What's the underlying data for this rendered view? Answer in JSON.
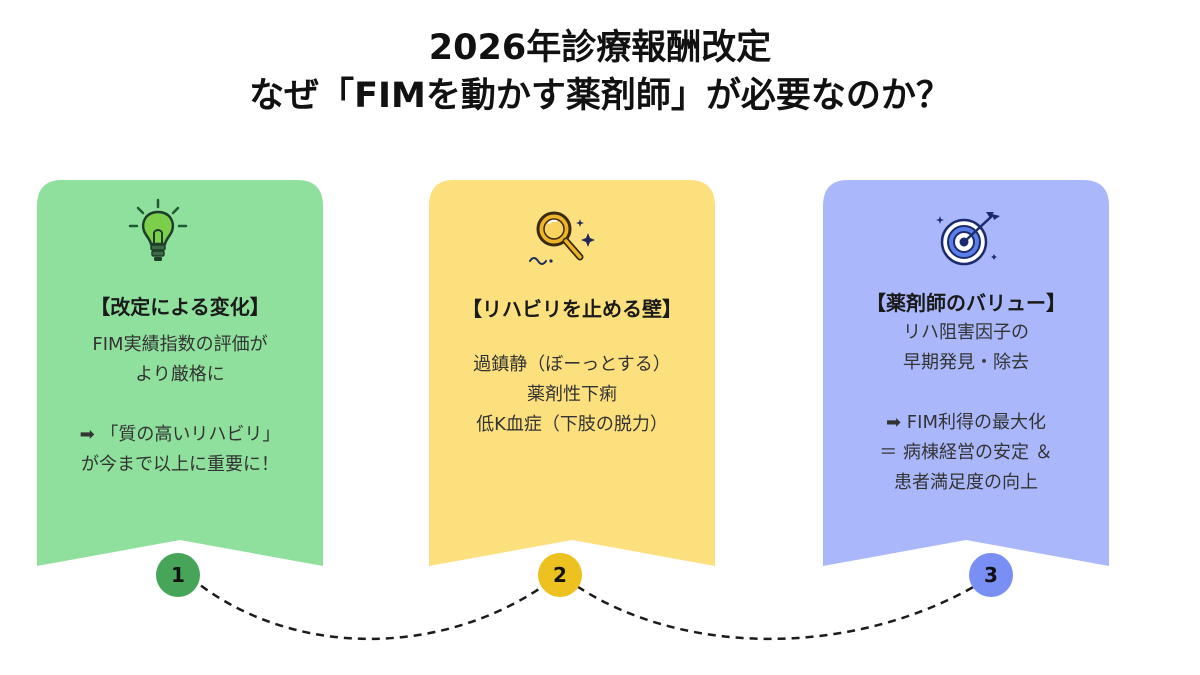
{
  "title": {
    "line1": "2026年診療報酬改定",
    "line2": "なぜ「FIMを動かす薬剤師」が必要なのか？"
  },
  "cards": [
    {
      "number": "1",
      "icon": "lightbulb-icon",
      "color": "#8fe09d",
      "badge_color": "#47a55a",
      "heading": "【改定による変化】",
      "lines": [
        "FIM実績指数の評価が",
        "より厳格に",
        "",
        "➡ 「質の高いリハビリ」",
        "が今まで以上に重要に！"
      ]
    },
    {
      "number": "2",
      "icon": "magnifier-icon",
      "color": "#fde07e",
      "badge_color": "#ecc120",
      "heading": "【リハビリを止める壁】",
      "lines": [
        "過鎮静（ぼーっとする）",
        "薬剤性下痢",
        "低K血症（下肢の脱力）"
      ]
    },
    {
      "number": "3",
      "icon": "target-icon",
      "color": "#aab8fb",
      "badge_color": "#7a8ff3",
      "heading": "【薬剤師のバリュー】",
      "lines": [
        "リハ阻害因子の",
        "早期発見・除去",
        "",
        "➡ FIM利得の最大化",
        "＝ 病棟経営の安定 ＆",
        "患者満足度の向上"
      ]
    }
  ]
}
